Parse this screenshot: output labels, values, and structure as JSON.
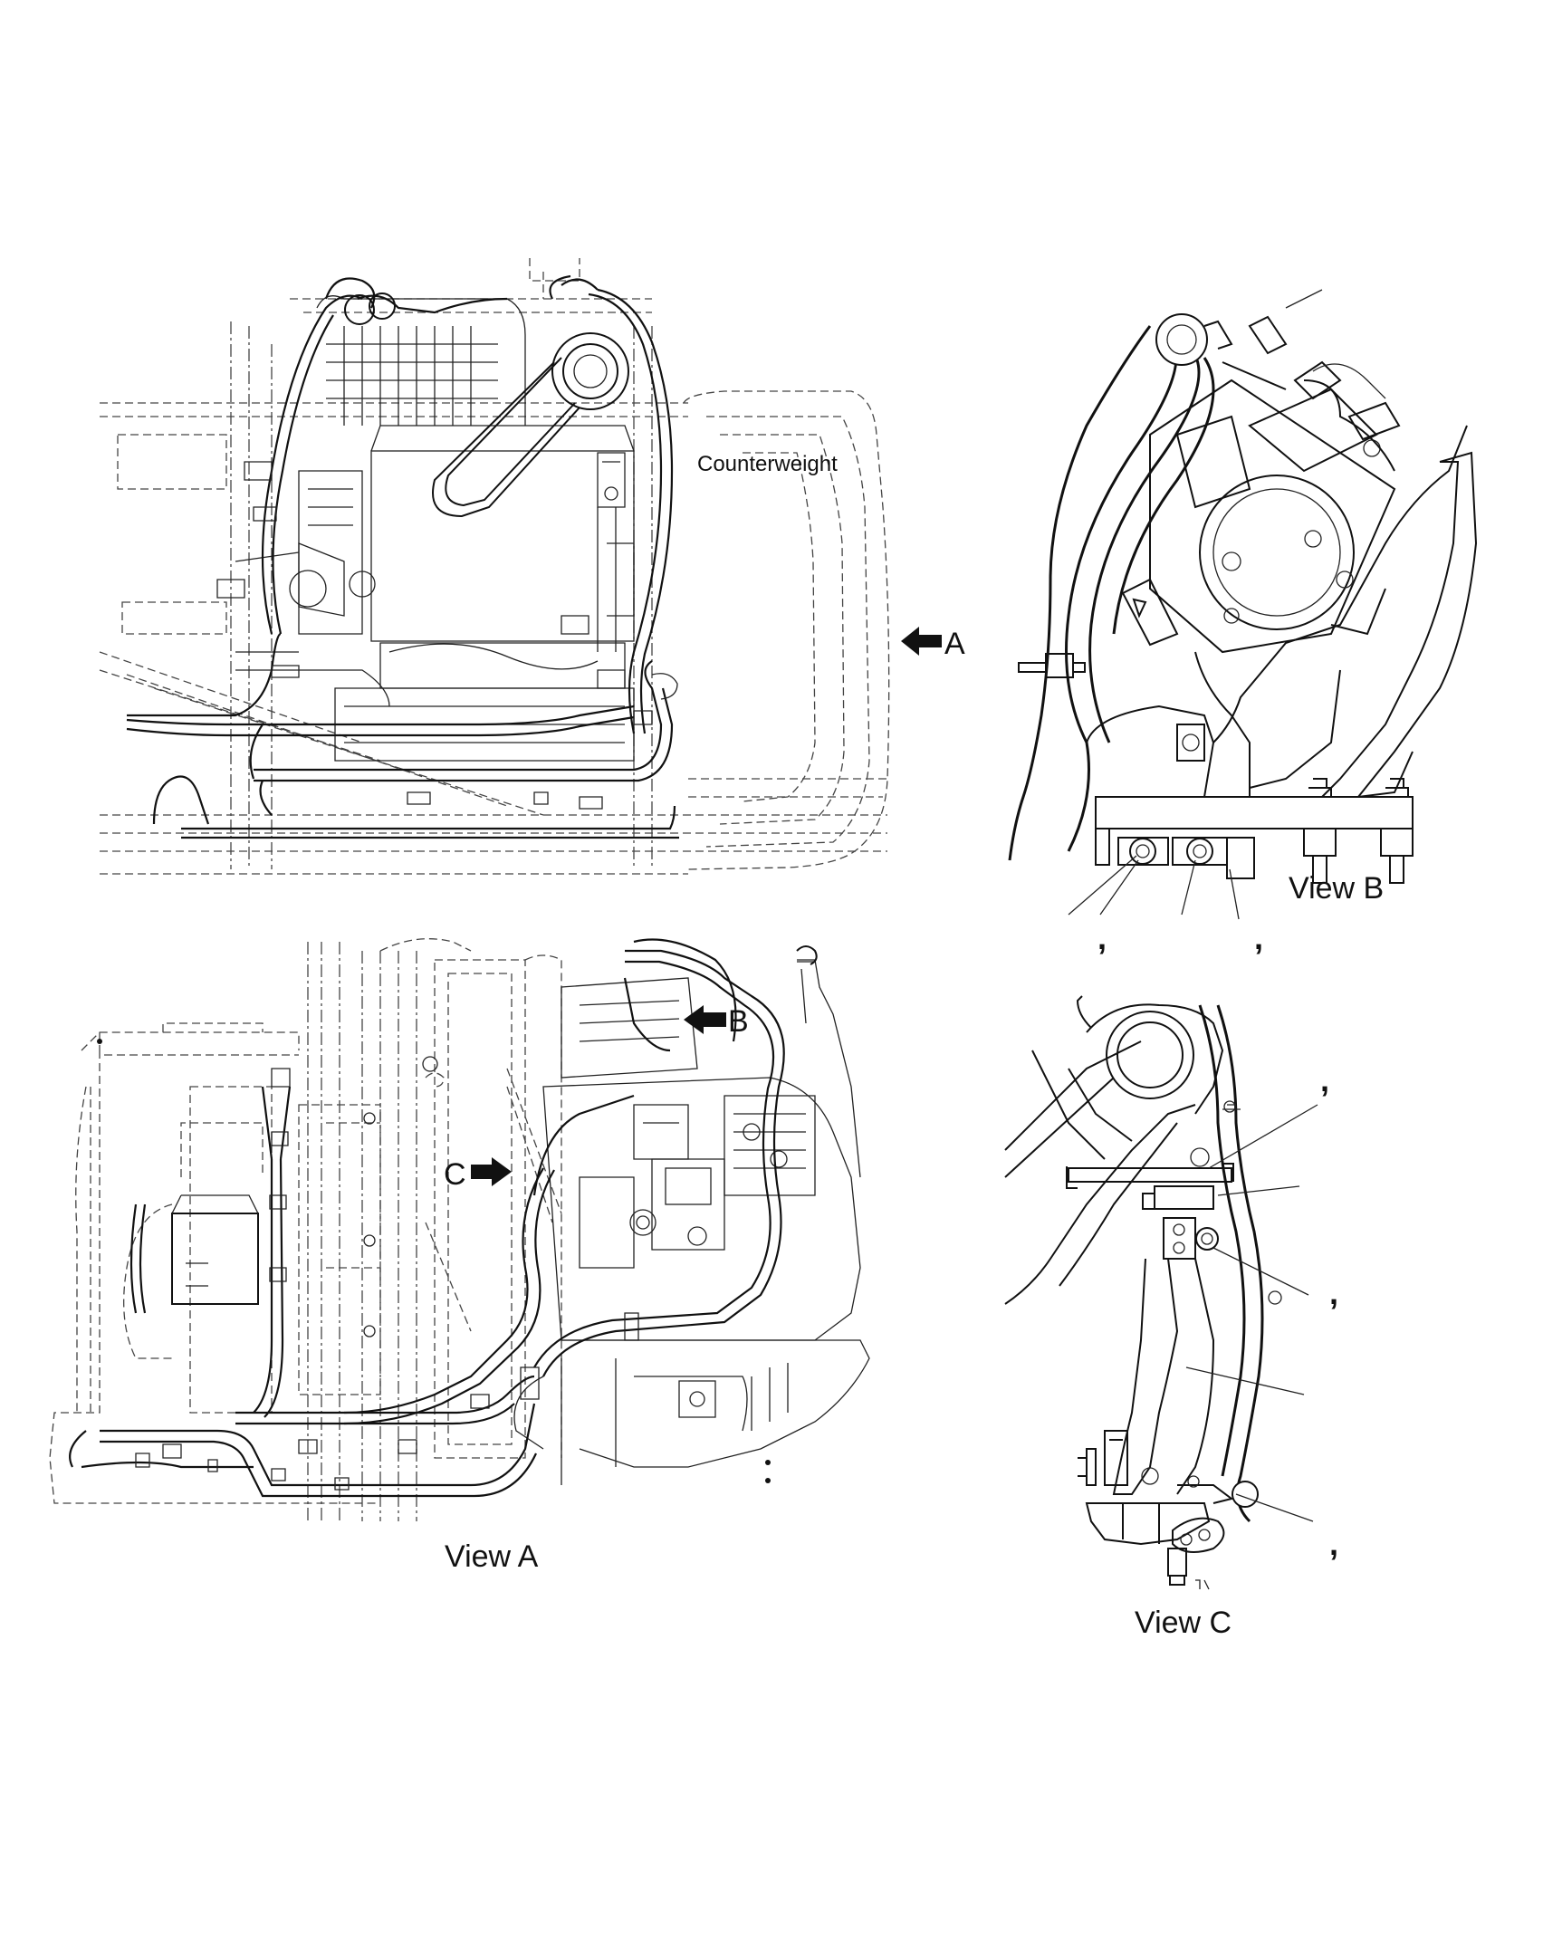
{
  "views": {
    "main": {
      "counterweight_label": "Counterweight",
      "arrow_a_label": "A"
    },
    "view_a": {
      "title": "View A",
      "arrow_b_label": "B",
      "arrow_c_label": "C"
    },
    "view_b": {
      "title": "View B",
      "comma_1": ",",
      "comma_2": ","
    },
    "view_c": {
      "title": "View C",
      "comma_1": ",",
      "comma_2": ",",
      "comma_3": ","
    }
  }
}
